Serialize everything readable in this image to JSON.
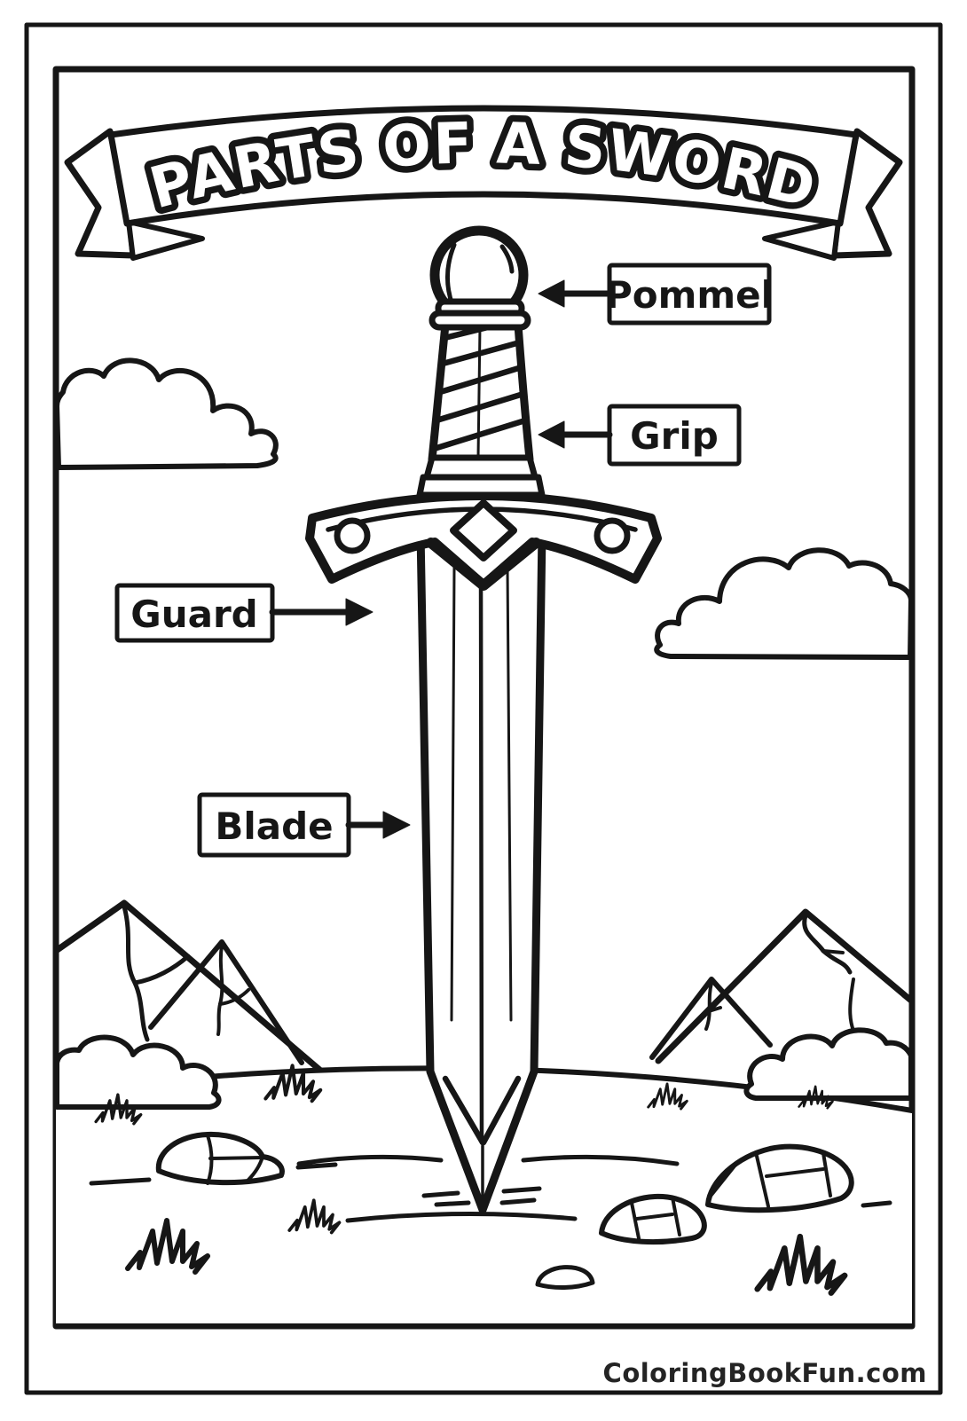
{
  "page": {
    "paper_color": "#ffffff",
    "ink_color": "#161616",
    "kind": "coloring-book printable diagram"
  },
  "banner": {
    "title": "PARTS OF A SWORD"
  },
  "diagram": {
    "subject": "sword",
    "labels": [
      {
        "part": "pommel",
        "text": "Pommel",
        "side": "right"
      },
      {
        "part": "grip",
        "text": "Grip",
        "side": "right"
      },
      {
        "part": "guard",
        "text": "Guard",
        "side": "left"
      },
      {
        "part": "blade",
        "text": "Blade",
        "side": "left"
      }
    ]
  },
  "scenery": {
    "icons": [
      "banner-ribbon-icon",
      "cloud-icon",
      "mountain-icon",
      "bush-icon",
      "grass-tuft-icon",
      "rock-icon",
      "pebble-icon",
      "ground-line"
    ]
  },
  "footer": {
    "watermark": "ColoringBookFun.com"
  }
}
